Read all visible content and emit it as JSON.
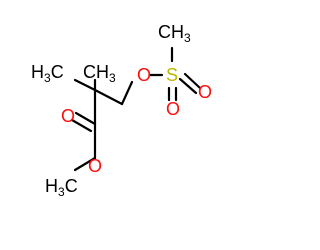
{
  "molecule": {
    "atoms": {
      "methyl_top_right": {
        "symbol": "CH",
        "subscript": "3"
      },
      "ether_o": {
        "symbol": "O"
      },
      "sulfur": {
        "symbol": "S"
      },
      "sulfonyl_o_right": {
        "symbol": "O"
      },
      "sulfonyl_o_bottom": {
        "symbol": "O"
      },
      "methyl_left": {
        "symbol": "H",
        "subscript": "3",
        "suffix": "C"
      },
      "methyl_top": {
        "symbol": "CH",
        "subscript": "3"
      },
      "carbonyl_o": {
        "symbol": "O"
      },
      "ester_o": {
        "symbol": "O"
      },
      "methyl_bottom": {
        "symbol": "H",
        "subscript": "3",
        "suffix": "C"
      }
    },
    "colors": {
      "carbon": "#000000",
      "oxygen": "#ff0d0d",
      "sulfur": "#b8b800"
    }
  }
}
